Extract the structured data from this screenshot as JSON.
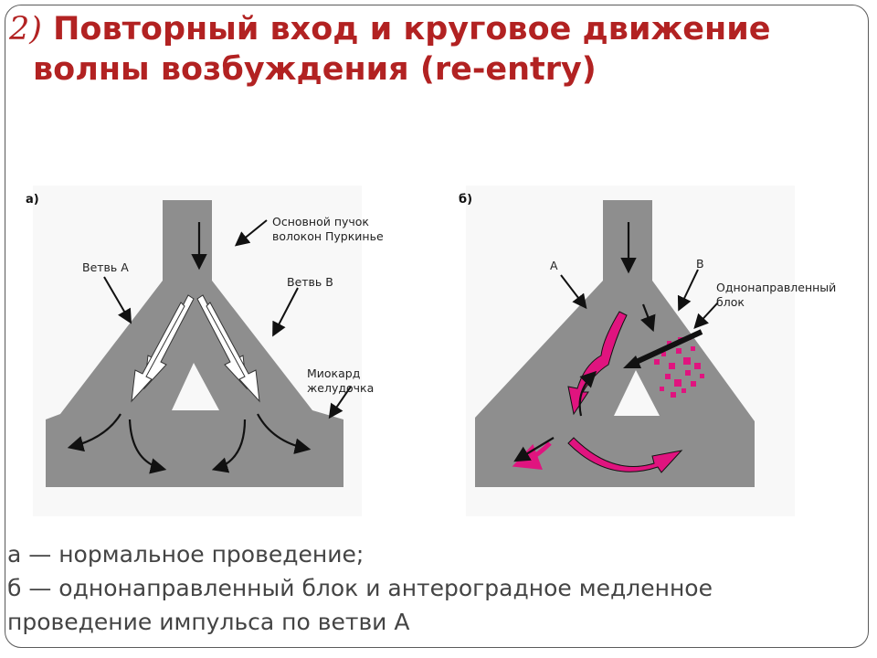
{
  "slide": {
    "title_number": "2)",
    "title_line1": "Повторный вход и круговое движение",
    "title_line2": "волны возбуждения (re-entry)"
  },
  "panel_a": {
    "letter": "а)",
    "label_main_bundle_1": "Основной пучок",
    "label_main_bundle_2": "волокон Пуркинье",
    "label_branch_a": "Ветвь А",
    "label_branch_b": "Ветвь В",
    "label_myocardium_1": "Миокард",
    "label_myocardium_2": "желудочка"
  },
  "panel_b": {
    "letter": "б)",
    "label_a": "А",
    "label_b": "В",
    "label_block_1": "Однонаправленный",
    "label_block_2": "блок"
  },
  "caption": {
    "line1": "а — нормальное проведение;",
    "line2": "б — однонаправленный блок и антероградное медленное",
    "line3": "проведение импульса по ветви А"
  },
  "colors": {
    "title": "#b22222",
    "tissue": "#8e8e8e",
    "impulse_normal": "#ffffff",
    "impulse_reentry": "#e0147f",
    "block_dots": "#e0147f"
  }
}
